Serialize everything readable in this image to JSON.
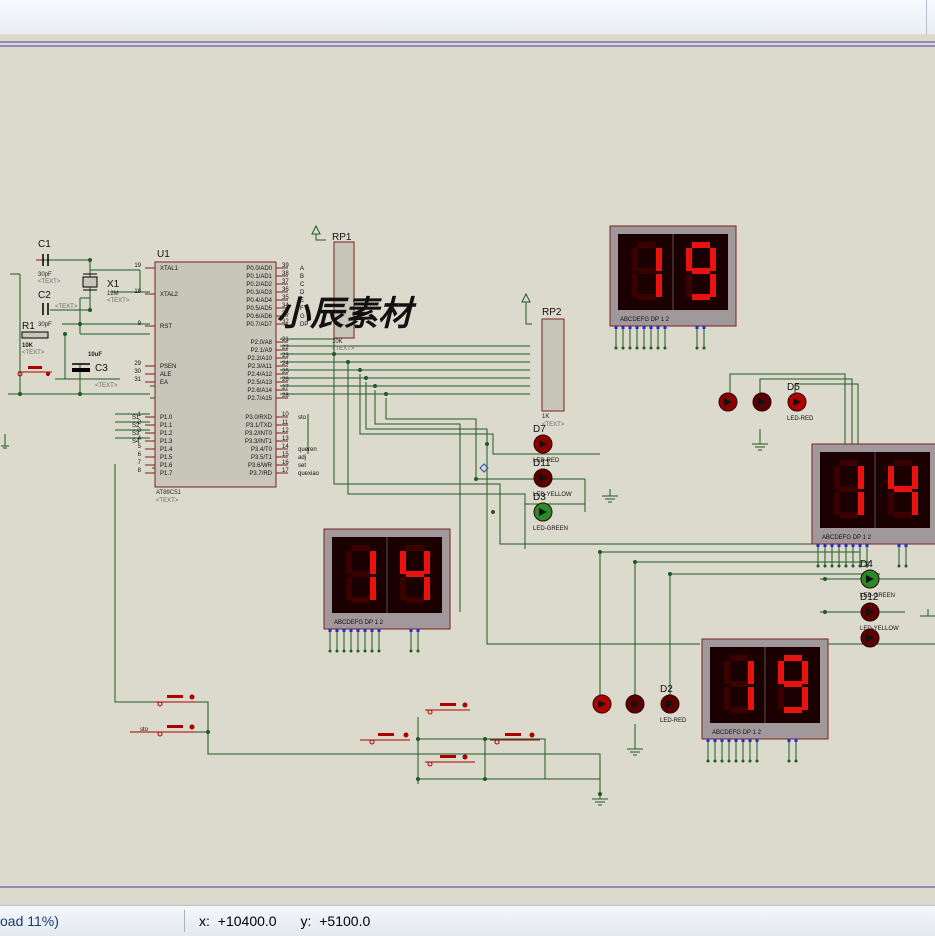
{
  "window": {
    "title": ""
  },
  "status": {
    "message": "oad 11%)",
    "x_label": "x:",
    "x_value": "+10400.0",
    "y_label": "y:",
    "y_value": "+5100.0"
  },
  "watermark": "小辰素材",
  "components": {
    "c1": {
      "ref": "C1",
      "value": "30pF",
      "text": "<TEXT>"
    },
    "c2": {
      "ref": "C2",
      "value": "30pF",
      "text": "<TEXT>"
    },
    "c3": {
      "ref": "C3",
      "value": "10uF",
      "text": "<TEXT>"
    },
    "x1": {
      "ref": "X1",
      "value": "12M",
      "text": "<TEXT>"
    },
    "r1": {
      "ref": "R1",
      "value": "10K",
      "text": "<TEXT>"
    },
    "u1": {
      "ref": "U1",
      "part": "AT89C51",
      "text": "<TEXT>"
    },
    "rp1": {
      "ref": "RP1",
      "value": "10K",
      "text": "<TEXT>"
    },
    "rp2": {
      "ref": "RP2",
      "value": "1K",
      "text": "<TEXT>"
    }
  },
  "u1_left_pins": [
    {
      "num": "19",
      "name": "XTAL1"
    },
    {
      "num": "18",
      "name": "XTAL2"
    },
    {
      "num": "9",
      "name": "RST"
    },
    {
      "num": "29",
      "name": "PSEN"
    },
    {
      "num": "30",
      "name": "ALE"
    },
    {
      "num": "31",
      "name": "EA"
    },
    {
      "num": "1",
      "name": "P1.0"
    },
    {
      "num": "2",
      "name": "P1.1"
    },
    {
      "num": "3",
      "name": "P1.2"
    },
    {
      "num": "4",
      "name": "P1.3"
    },
    {
      "num": "5",
      "name": "P1.4"
    },
    {
      "num": "6",
      "name": "P1.5"
    },
    {
      "num": "7",
      "name": "P1.6"
    },
    {
      "num": "8",
      "name": "P1.7"
    }
  ],
  "u1_right_pins": [
    {
      "num": "39",
      "name": "P0.0/AD0"
    },
    {
      "num": "38",
      "name": "P0.1/AD1"
    },
    {
      "num": "37",
      "name": "P0.2/AD2"
    },
    {
      "num": "36",
      "name": "P0.3/AD3"
    },
    {
      "num": "35",
      "name": "P0.4/AD4"
    },
    {
      "num": "34",
      "name": "P0.5/AD5"
    },
    {
      "num": "33",
      "name": "P0.6/AD6"
    },
    {
      "num": "32",
      "name": "P0.7/AD7"
    },
    {
      "num": "21",
      "name": "P2.0/A8"
    },
    {
      "num": "22",
      "name": "P2.1/A9"
    },
    {
      "num": "23",
      "name": "P2.2/A10"
    },
    {
      "num": "24",
      "name": "P2.3/A11"
    },
    {
      "num": "25",
      "name": "P2.4/A12"
    },
    {
      "num": "26",
      "name": "P2.5/A13"
    },
    {
      "num": "27",
      "name": "P2.6/A14"
    },
    {
      "num": "28",
      "name": "P2.7/A15"
    },
    {
      "num": "10",
      "name": "P3.0/RXD"
    },
    {
      "num": "11",
      "name": "P3.1/TXD"
    },
    {
      "num": "12",
      "name": "P3.2/INT0"
    },
    {
      "num": "13",
      "name": "P3.3/INT1"
    },
    {
      "num": "14",
      "name": "P3.4/T0"
    },
    {
      "num": "15",
      "name": "P3.5/T1"
    },
    {
      "num": "16",
      "name": "P3.6/WR"
    },
    {
      "num": "17",
      "name": "P3.7/RD"
    }
  ],
  "port0_nets": [
    "A",
    "B",
    "C",
    "D",
    "E",
    "F",
    "G",
    "DP"
  ],
  "switch_nets": [
    "S1",
    "S2",
    "S3",
    "S4"
  ],
  "p3_nets": [
    "sto",
    "",
    "",
    "",
    "queren",
    "adj",
    "set",
    "quexiao"
  ],
  "displays": [
    {
      "id": "disp-north",
      "digits": "19",
      "segments_label": "ABCDEFG  DP    1 2"
    },
    {
      "id": "disp-east",
      "digits": "14",
      "segments_label": "ABCDEFG  DP    1 2"
    },
    {
      "id": "disp-west",
      "digits": "14",
      "segments_label": "ABCDEFG  DP    1 2"
    },
    {
      "id": "disp-south",
      "digits": "19",
      "segments_label": "ABCDEFG  DP    1 2"
    }
  ],
  "leds": {
    "d5": {
      "ref": "D5",
      "type": "LED-RED"
    },
    "d7": {
      "ref": "D7",
      "type": "LED-RED"
    },
    "d11": {
      "ref": "D11",
      "type": "LED-YELLOW"
    },
    "d3": {
      "ref": "D3",
      "type": "LED-GREEN"
    },
    "d4": {
      "ref": "D4",
      "type": "LED-GREEN"
    },
    "d12": {
      "ref": "D12",
      "type": "LED-YELLOW"
    },
    "d2": {
      "ref": "D2",
      "type": "LED-RED"
    }
  },
  "switch_labels": {
    "sto": "sto"
  },
  "colors": {
    "segment_on": "#e8130f",
    "segment_off": "#3b0000",
    "display_bg": "#1a0000",
    "display_frame": "#a0989a",
    "wire": "#1e5a23",
    "chip_fill": "#c8c6b8"
  }
}
